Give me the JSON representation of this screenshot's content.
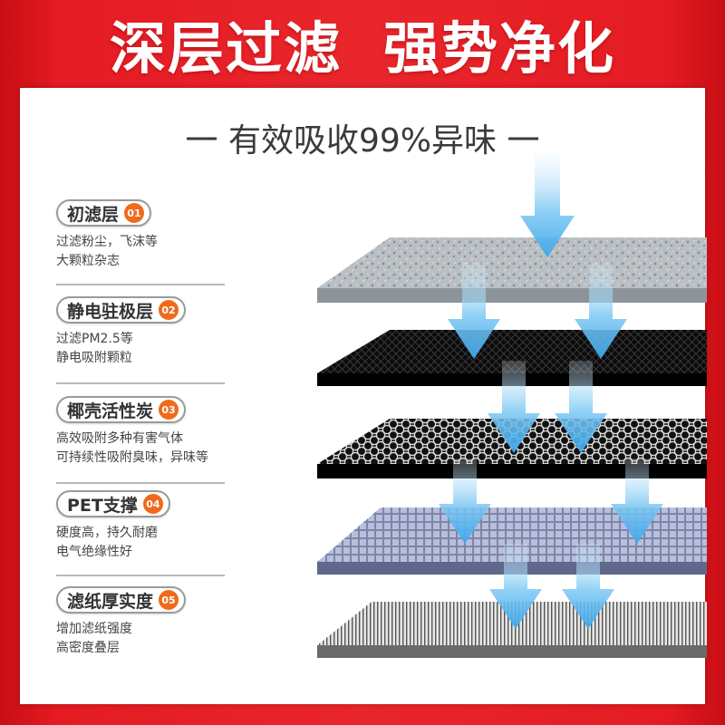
{
  "headline": {
    "left": "深层过滤",
    "right": "强势净化"
  },
  "subtitle": "一 有效吸收99%异味 一",
  "layers": [
    {
      "name": "初滤层",
      "num": "01",
      "desc": [
        "过滤粉尘，飞沫等",
        "大颗粒杂志"
      ]
    },
    {
      "name": "静电驻极层",
      "num": "02",
      "desc": [
        "过滤PM2.5等",
        "静电吸附颗粒"
      ]
    },
    {
      "name": "椰壳活性炭",
      "num": "03",
      "desc": [
        "高效吸附多种有害气体",
        "可持续性吸附臭味，异味等"
      ]
    },
    {
      "name": "PET支撑",
      "num": "04",
      "desc": [
        "硬度高，持久耐磨",
        "电气绝缘性好"
      ]
    },
    {
      "name": "滤纸厚实度",
      "num": "05",
      "desc": [
        "增加滤纸强度",
        "高密度叠层"
      ]
    }
  ],
  "colors": {
    "brand_red": "#e41b22",
    "badge_orange": "#f06a1c",
    "arrow_blue": "#4ab0ee"
  },
  "icons": [
    "airflow-arrow-icon"
  ]
}
